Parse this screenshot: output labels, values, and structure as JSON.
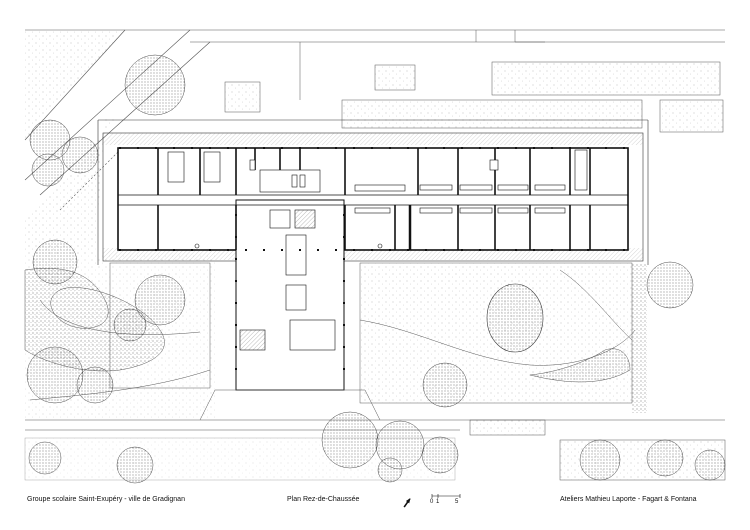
{
  "footer": {
    "project": "Groupe scolaire Saint-Exupéry - ville de Gradignan",
    "plan_title": "Plan Rez-de-Chaussée",
    "architects": "Ateliers Mathieu Laporte  -  Fagart & Fontana"
  },
  "scale_bar": {
    "labels": [
      "0",
      "1",
      "5"
    ]
  },
  "north_arrow": {
    "icon": "north-arrow-icon"
  },
  "style": {
    "line_color": "#111111",
    "paper_color": "#ffffff"
  }
}
